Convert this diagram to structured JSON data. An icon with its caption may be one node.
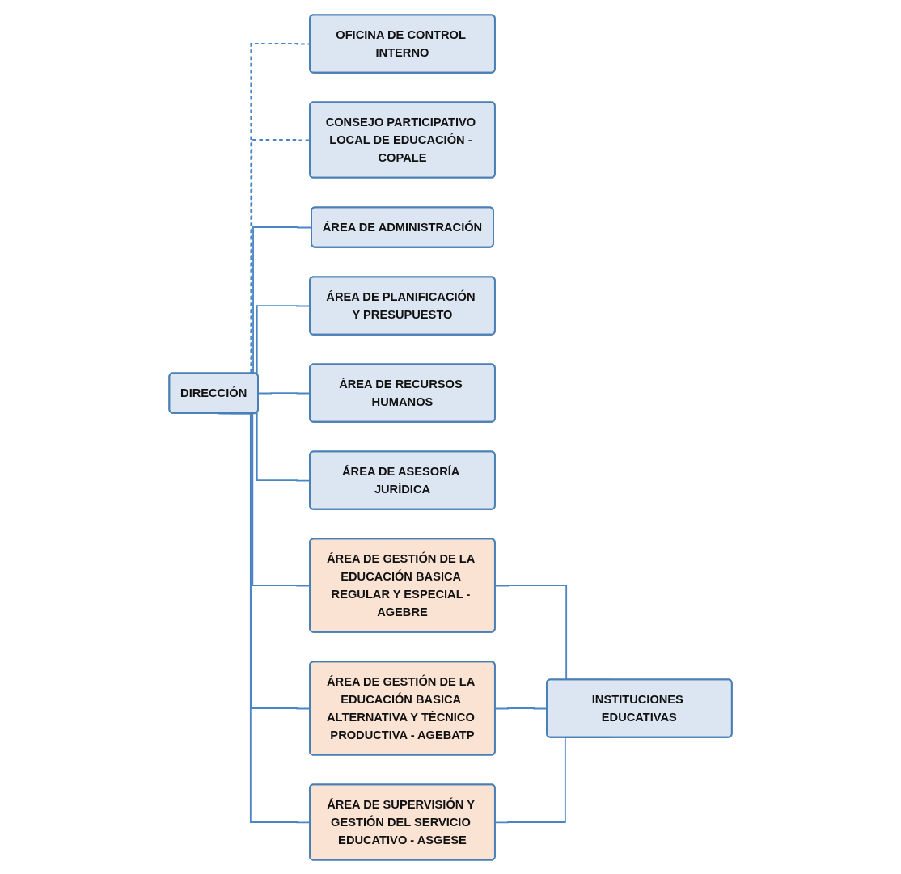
{
  "diagram": {
    "nodes": [
      {
        "text": [
          "OFICINA DE CONTROL INTERNO"
        ]
      },
      {
        "text": [
          "DIRECCIÓN"
        ]
      },
      {
        "text": [
          "CONSEJO PARTICIPATIVO LOCAL DE EDUCACIÓN - COPALE"
        ]
      },
      {
        "text": [
          "ÁREA DE ADMINISTRACIÓN"
        ]
      },
      {
        "text": [
          "ÁREA DE PLANIFICACIÓN Y PRESUPUESTO"
        ]
      },
      {
        "text": [
          "ÁREA DE RECURSOS HUMANOS"
        ]
      },
      {
        "text": [
          "ÁREA DE ASESORÍA JURÍDICA"
        ]
      },
      {
        "text": [
          "ÁREA DE GESTIÓN DE LA EDUCACIÓN BASICA REGULAR Y ESPECIAL - AGEBRE"
        ]
      },
      {
        "text": [
          "ÁREA DE GESTIÓN DE LA EDUCACIÓN BASICA ALTERNATIVA Y TÉCNICO PRODUCTIVA - AGEBATP"
        ]
      },
      {
        "text": [
          "ÁREA DE SUPERVISIÓN Y GESTIÓN DEL SERVICIO EDUCATIVO - ASGESE"
        ]
      },
      {
        "text": [
          "INSTITUCIONES EDUCATIVAS"
        ]
      }
    ],
    "edges": [
      {
        "from": 1,
        "to": 0,
        "arrow": "none",
        "style": "dashed"
      },
      {
        "from": 1,
        "to": 2,
        "arrow": "none",
        "style": "dashed"
      },
      {
        "from": 1,
        "to": 3,
        "arrow": "none"
      },
      {
        "from": 1,
        "to": 4,
        "arrow": "none"
      },
      {
        "from": 1,
        "to": 5,
        "arrow": "none"
      },
      {
        "from": 1,
        "to": 6,
        "arrow": "none"
      },
      {
        "from": 1,
        "to": 7,
        "arrow": "none"
      },
      {
        "from": 1,
        "to": 8,
        "arrow": "none"
      },
      {
        "from": 1,
        "to": 9,
        "arrow": "none"
      },
      {
        "from": 7,
        "to": 10,
        "arrow": "none"
      },
      {
        "from": 8,
        "to": 10,
        "arrow": "none"
      },
      {
        "from": 9,
        "to": 10,
        "arrow": "none"
      }
    ]
  }
}
